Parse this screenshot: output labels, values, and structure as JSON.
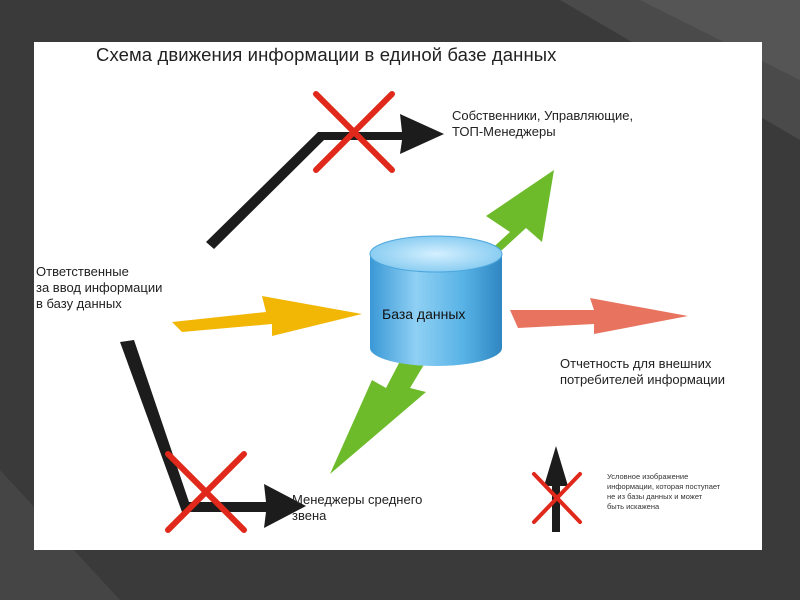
{
  "title": "Схема движения информации в единой базе данных",
  "database": {
    "label": "База данных"
  },
  "nodes": {
    "owners": "Собственники, Управляющие,\nТОП-Менеджеры",
    "responsible": "Ответственные\nза ввод информации\nв базу данных",
    "external": "Отчетность для внешних\nпотребителей информации",
    "middle_managers": "Менеджеры среднего\nзвена"
  },
  "legend": {
    "text": "Условное изображение\nинформации, которая поступает\nне из базы данных и может\nбыть искажена"
  },
  "colors": {
    "input_arrow": "#f2b705",
    "output_arrow_green": "#6dbb2a",
    "output_arrow_salmon": "#e8735f",
    "bypass_arrow": "#1c1c1c",
    "cross": "#e0281b",
    "cylinder": "#59b3e6",
    "background": "#3a3a3a"
  }
}
